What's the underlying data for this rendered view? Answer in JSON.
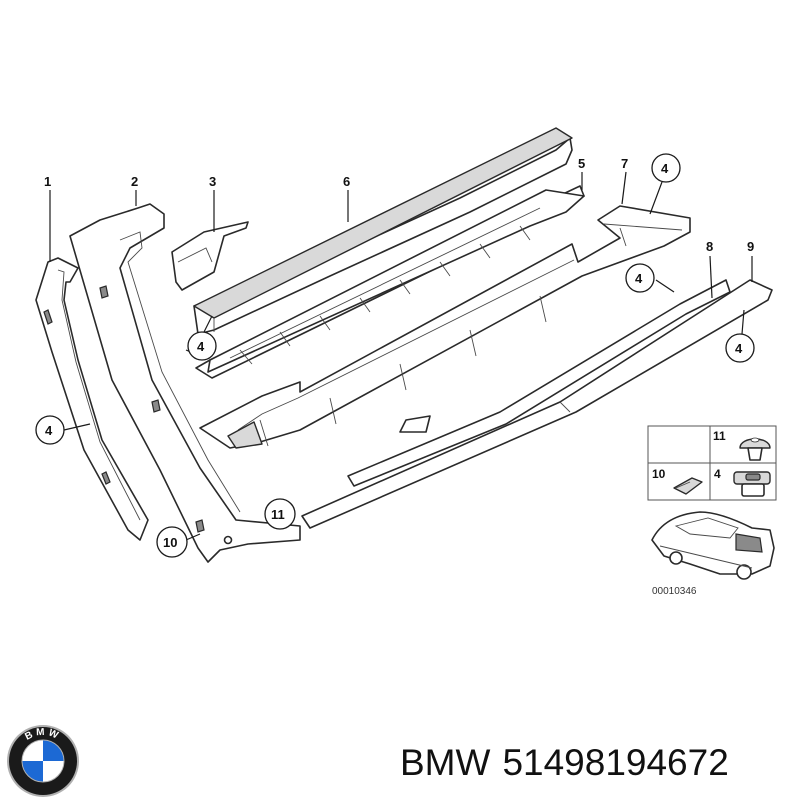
{
  "diagram": {
    "callouts": {
      "c1": "1",
      "c2": "2",
      "c3": "3",
      "c6": "6",
      "c5": "5",
      "c7": "7",
      "c4a": "4",
      "c4b": "4",
      "c4c": "4",
      "c4d": "4",
      "c4e": "4",
      "c8": "8",
      "c9": "9",
      "c10": "10",
      "c11": "11"
    },
    "legend": {
      "l11": "11",
      "l10": "10",
      "l4": "4"
    },
    "reference_code": "00010346"
  },
  "logo": {
    "letters": "BMW",
    "colors": {
      "blue": "#1c69d4",
      "white": "#ffffff",
      "ring": "#1a1a1a",
      "rim": "#b0b0b0"
    }
  },
  "caption": {
    "brand": "BMW",
    "part_number": "51498194672"
  }
}
